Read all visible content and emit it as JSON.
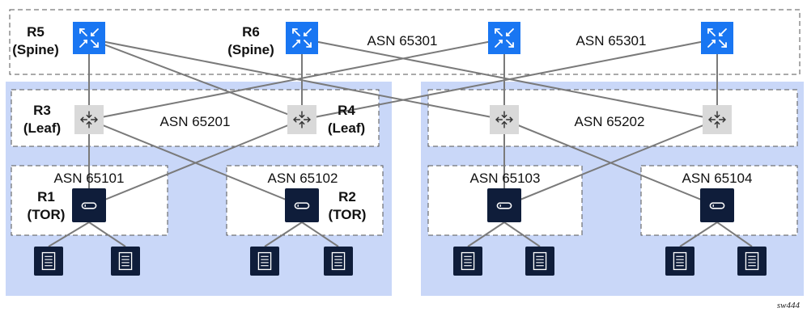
{
  "colors": {
    "pod_background": "#c9d7f8",
    "spine_blue": "#1976f2",
    "leaf_gray": "#d9d9d9",
    "tor_dark": "#0f1d3a",
    "server_dark": "#0f1d3a",
    "link_gray": "#7a7a7a",
    "dashed_border": "#555555"
  },
  "spine_group": {
    "asn_labels": [
      "ASN 65301",
      "ASN 65301"
    ]
  },
  "leaf_groups": {
    "left_asn": "ASN 65201",
    "right_asn": "ASN 65202"
  },
  "tor_groups": {
    "asn_1": "ASN 65101",
    "asn_2": "ASN 65102",
    "asn_3": "ASN 65103",
    "asn_4": "ASN 65104"
  },
  "node_labels": {
    "r5": [
      "R5",
      "(Spine)"
    ],
    "r6": [
      "R6",
      "(Spine)"
    ],
    "r3": [
      "R3",
      "(Leaf)"
    ],
    "r4": [
      "R4",
      "(Leaf)"
    ],
    "r1": [
      "R1",
      "(TOR)"
    ],
    "r2": [
      "R2",
      "(TOR)"
    ]
  },
  "icons": {
    "spine": "spine-router-icon",
    "leaf": "leaf-router-icon",
    "tor": "tor-switch-icon",
    "server": "server-icon"
  },
  "figure_tag": "sw444"
}
